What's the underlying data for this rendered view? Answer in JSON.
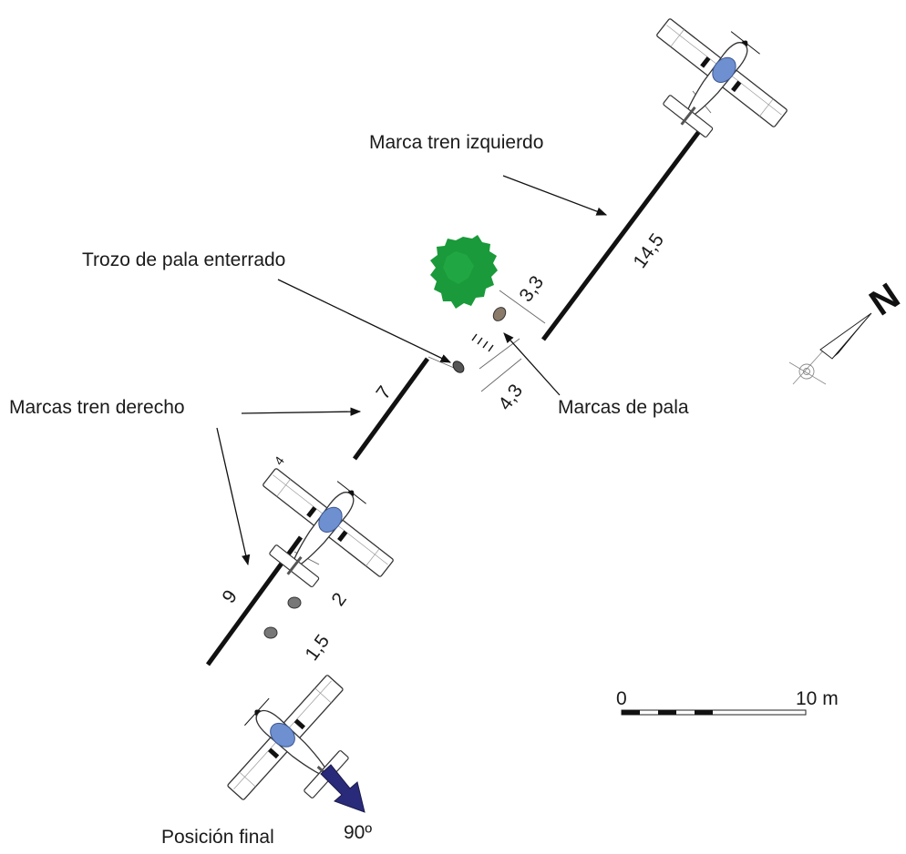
{
  "labels": {
    "left_gear_mark": "Marca tren izquierdo",
    "buried_blade": "Trozo de pala enterrado",
    "right_gear_marks": "Marcas tren derecho",
    "blade_marks": "Marcas de pala",
    "final_position": "Posición final"
  },
  "measurements": {
    "left_track": "14,5",
    "blade_to_tree": "3,3",
    "blade_marks_offset": "4,3",
    "right_track_upper": "7",
    "wing_offset": "4",
    "right_track_lower": "9",
    "mark_2": "2",
    "mark_1_5": "1,5"
  },
  "heading": "90º",
  "north_label": "N",
  "scale": {
    "start": "0",
    "end": "10 m"
  },
  "colors": {
    "tree": "#1a9a3a",
    "cockpit": "#6e8fd0",
    "heading_arrow": "#2a2a7a",
    "blade_piece": "#8a7a6a"
  }
}
